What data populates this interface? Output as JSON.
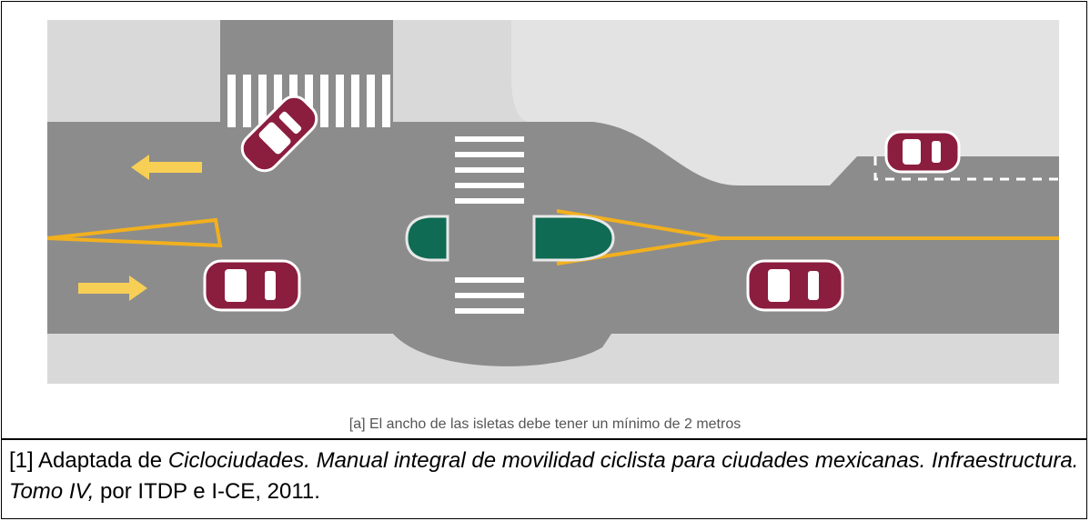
{
  "caption": "[a] El ancho de las isletas debe tener un mínimo de 2 metros",
  "source": {
    "prefix": "[1] Adaptada de ",
    "title": "Ciclociudades. Manual integral de movilidad ciclista para ciudades mexicanas. Infraestructura. Tomo IV,",
    "suffix": " por ITDP e I-CE, 2011."
  },
  "colors": {
    "road": "#8c8c8c",
    "sidewalk": "#d9d9d9",
    "car": "#8b1d3f",
    "island": "#0f6b53",
    "lane_line": "#f2b01e",
    "arrow": "#f7cf55",
    "crossing": "#ffffff"
  }
}
